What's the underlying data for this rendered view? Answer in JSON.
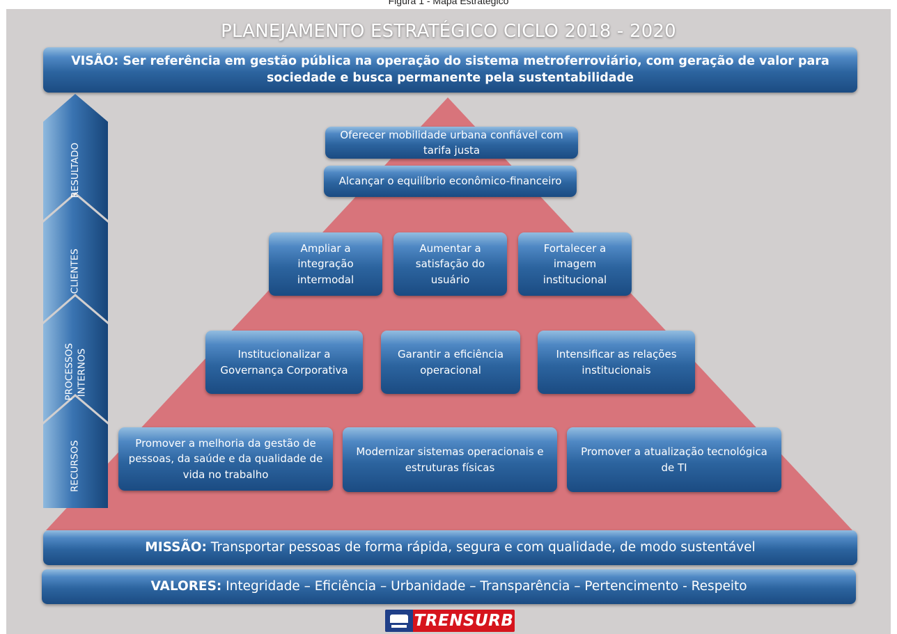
{
  "caption": "Figura 1 - Mapa Estratégico",
  "title": "PLANEJAMENTO ESTRATÉGICO CICLO 2018 - 2020",
  "vision": "VISÃO: Ser referência em gestão pública na operação do sistema metroferroviário, com geração de valor para sociedade e busca permanente pela sustentabilidade",
  "perspectives": {
    "resultado": "RESULTADO",
    "clientes": "CLIENTES",
    "processos": "PROCESSOS INTERNOS",
    "recursos": "RECURSOS"
  },
  "objectives": {
    "resultado": [
      "Oferecer mobilidade urbana confiável com tarifa justa",
      "Alcançar o equilíbrio econômico-financeiro"
    ],
    "clientes": [
      "Ampliar a integração intermodal",
      "Aumentar a satisfação do usuário",
      "Fortalecer a imagem institucional"
    ],
    "processos": [
      "Institucionalizar a Governança Corporativa",
      "Garantir a eficiência operacional",
      "Intensificar as relações institucionais"
    ],
    "recursos": [
      "Promover a melhoria da gestão de pessoas, da saúde e da qualidade de vida no trabalho",
      "Modernizar sistemas operacionais e estruturas físicas",
      "Promover a atualização tecnológica de TI"
    ]
  },
  "mission": {
    "label": "MISSÃO:",
    "text": " Transportar pessoas de forma rápida, segura e com qualidade, de modo sustentável"
  },
  "values": {
    "label": "VALORES:",
    "text": " Integridade – Eficiência – Urbanidade – Transparência – Pertencimento - Respeito"
  },
  "logo": "TRENSURB",
  "colors": {
    "panel": "#d2cfcf",
    "pyramid": "#d8747b",
    "box_blue": "#2c649f",
    "logo_red": "#d6141d"
  }
}
